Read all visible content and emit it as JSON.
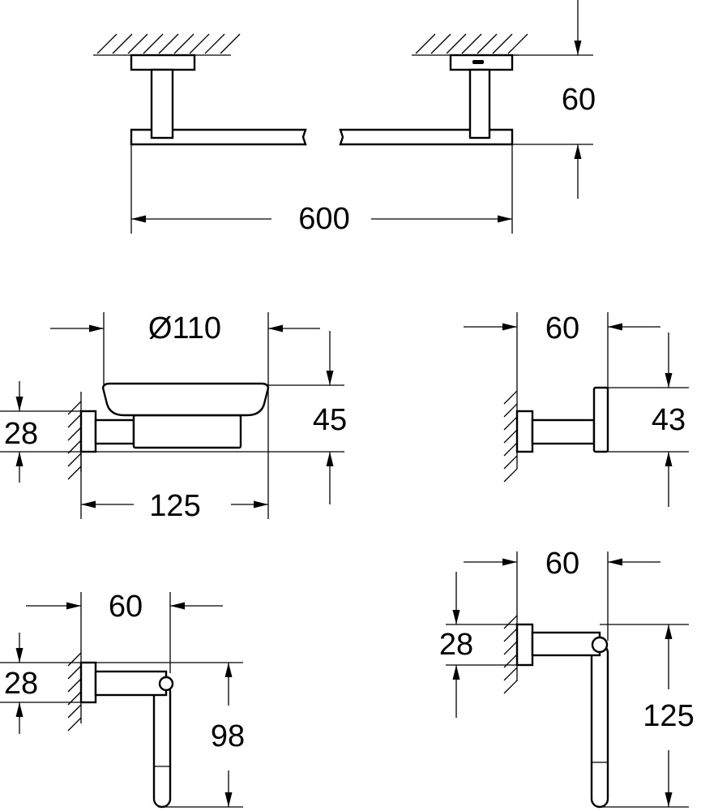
{
  "towel_bar": {
    "length": "600",
    "depth": "60"
  },
  "soap_dish": {
    "diameter": "Ø110",
    "height": "45",
    "plate": "28",
    "projection": "125"
  },
  "robe_hook": {
    "projection": "60",
    "height": "43"
  },
  "paper_holder": {
    "projection": "60",
    "plate": "28",
    "length": "98"
  },
  "towel_ring": {
    "projection": "60",
    "plate": "28",
    "length": "125"
  }
}
